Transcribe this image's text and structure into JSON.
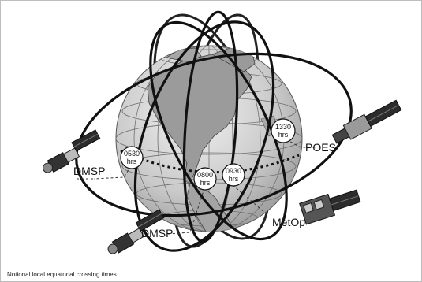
{
  "caption": "Notional local equatorial crossing times",
  "crossing_times": [
    {
      "value": "0530",
      "unit": "hrs"
    },
    {
      "value": "0800",
      "unit": "hrs"
    },
    {
      "value": "0930",
      "unit": "hrs"
    },
    {
      "value": "1330",
      "unit": "hrs"
    }
  ],
  "satellites": [
    {
      "label": "DMSP"
    },
    {
      "label": "DMSP"
    },
    {
      "label": "POES"
    },
    {
      "label": "MetOp"
    }
  ]
}
